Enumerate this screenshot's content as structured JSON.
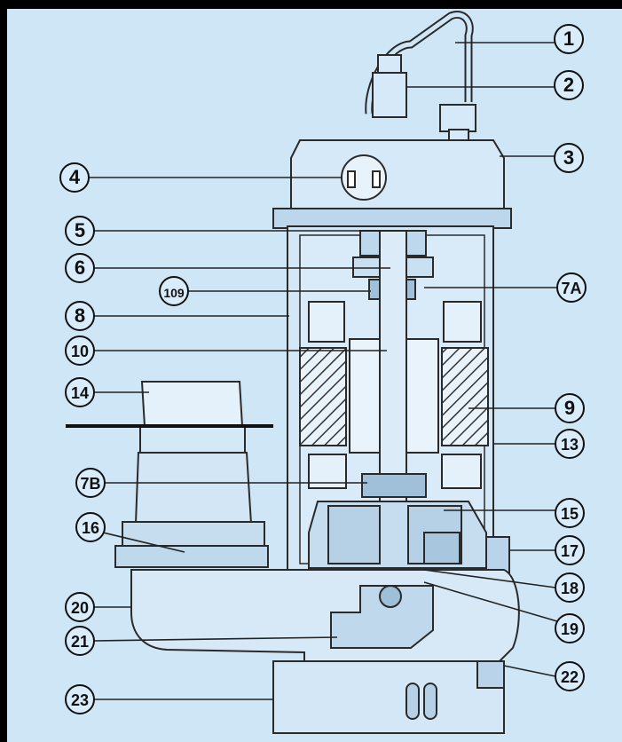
{
  "diagram": {
    "background_color": "#cfe6f7",
    "callouts": [
      {
        "id": "c1",
        "text": "1"
      },
      {
        "id": "c2",
        "text": "2"
      },
      {
        "id": "c3",
        "text": "3"
      },
      {
        "id": "c4",
        "text": "4"
      },
      {
        "id": "c5",
        "text": "5"
      },
      {
        "id": "c6",
        "text": "6"
      },
      {
        "id": "c109",
        "text": "109"
      },
      {
        "id": "c7A",
        "text": "7A"
      },
      {
        "id": "c8",
        "text": "8"
      },
      {
        "id": "c10",
        "text": "10"
      },
      {
        "id": "c14",
        "text": "14"
      },
      {
        "id": "c9",
        "text": "9"
      },
      {
        "id": "c13",
        "text": "13"
      },
      {
        "id": "c7B",
        "text": "7B"
      },
      {
        "id": "c15",
        "text": "15"
      },
      {
        "id": "c16",
        "text": "16"
      },
      {
        "id": "c17",
        "text": "17"
      },
      {
        "id": "c18",
        "text": "18"
      },
      {
        "id": "c20",
        "text": "20"
      },
      {
        "id": "c19",
        "text": "19"
      },
      {
        "id": "c21",
        "text": "21"
      },
      {
        "id": "c22",
        "text": "22"
      },
      {
        "id": "c23",
        "text": "23"
      }
    ]
  }
}
